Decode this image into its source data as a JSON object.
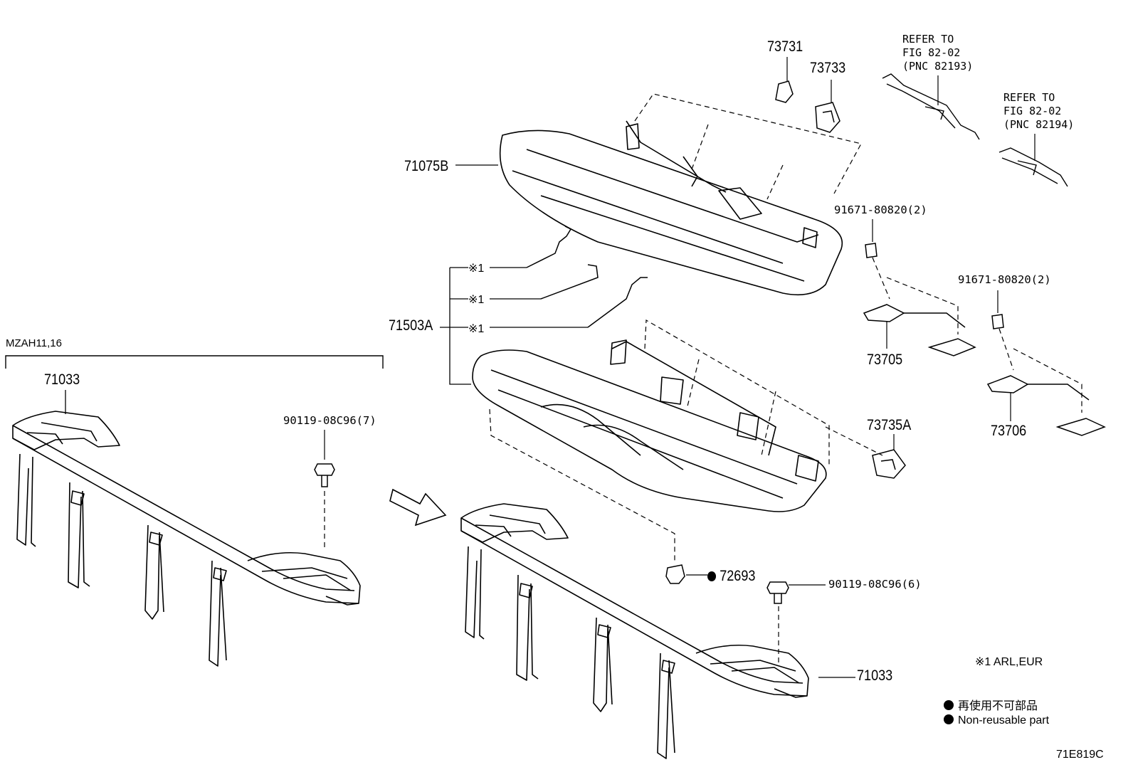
{
  "labels": {
    "p73731": "73731",
    "p73733": "73733",
    "p71075b": "71075B",
    "p71503a": "71503A",
    "star1a": "※1",
    "star1b": "※1",
    "p72693": "72693",
    "p73705": "73705",
    "p73706": "73706",
    "p73735a": "73735A",
    "p71033_left": "71033",
    "p71033_right": "71033",
    "bolt_7": "90119-08C96(7)",
    "bolt_6": "90119-08C96(6)",
    "screw_2a": "91671-80820(2)",
    "screw_2b": "91671-80820(2)",
    "model": "MZAH11,16",
    "figure_id": "71E819C"
  },
  "refer_a": [
    "REFER TO",
    "FIG 82-02",
    "(PNC 82193)"
  ],
  "refer_b": [
    "REFER TO",
    "FIG 82-02",
    "(PNC 82194)"
  ],
  "legend": {
    "star_note": "※1 ARL,EUR",
    "nonreusable_jp": "再使用不可部品",
    "nonreusable_en": "Non-reusable part"
  }
}
